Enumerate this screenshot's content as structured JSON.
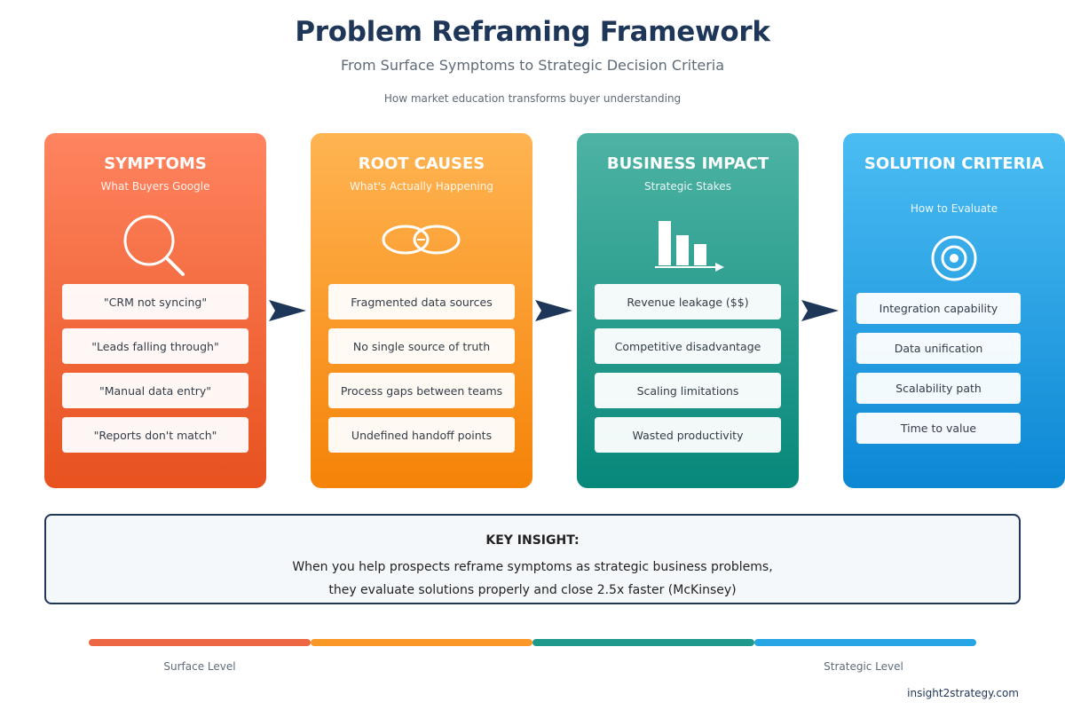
{
  "header": {
    "title": "Problem Reframing Framework",
    "subtitle": "From Surface Symptoms to Strategic Decision Criteria",
    "tagline": "How market education transforms buyer understanding"
  },
  "stages": [
    {
      "title": "SYMPTOMS",
      "subtitle": "What Buyers Google",
      "icon": "magnifying-glass-icon",
      "color": "#f26b43",
      "items": [
        "\"CRM not syncing\"",
        "\"Leads falling through\"",
        "\"Manual data entry\"",
        "\"Reports don't match\""
      ]
    },
    {
      "title": "ROOT CAUSES",
      "subtitle": "What's Actually Happening",
      "icon": "broken-link-icon",
      "color": "#f99a2b",
      "items": [
        "Fragmented data sources",
        "No single source of truth",
        "Process gaps between teams",
        "Undefined handoff points"
      ]
    },
    {
      "title": "BUSINESS IMPACT",
      "subtitle": "Strategic Stakes",
      "icon": "declining-bar-chart-icon",
      "color": "#26a08f",
      "items": [
        "Revenue leakage ($$)",
        "Competitive disadvantage",
        "Scaling limitations",
        "Wasted productivity"
      ]
    },
    {
      "title": "SOLUTION CRITERIA",
      "subtitle": "How to Evaluate",
      "icon": "target-icon",
      "color": "#2aa6e8",
      "items": [
        "Integration capability",
        "Data unification",
        "Scalability path",
        "Time to value"
      ]
    }
  ],
  "insight": {
    "title": "KEY INSIGHT:",
    "line1": "When you help prospects reframe symptoms as strategic business problems,",
    "line2": "they evaluate solutions properly and close 2.5x faster (McKinsey)"
  },
  "progress": {
    "left_label": "Surface Level",
    "right_label": "Strategic Level"
  },
  "footer": "insight2strategy.com",
  "colors": {
    "navy": "#1e3658",
    "muted": "#5f6b78"
  }
}
